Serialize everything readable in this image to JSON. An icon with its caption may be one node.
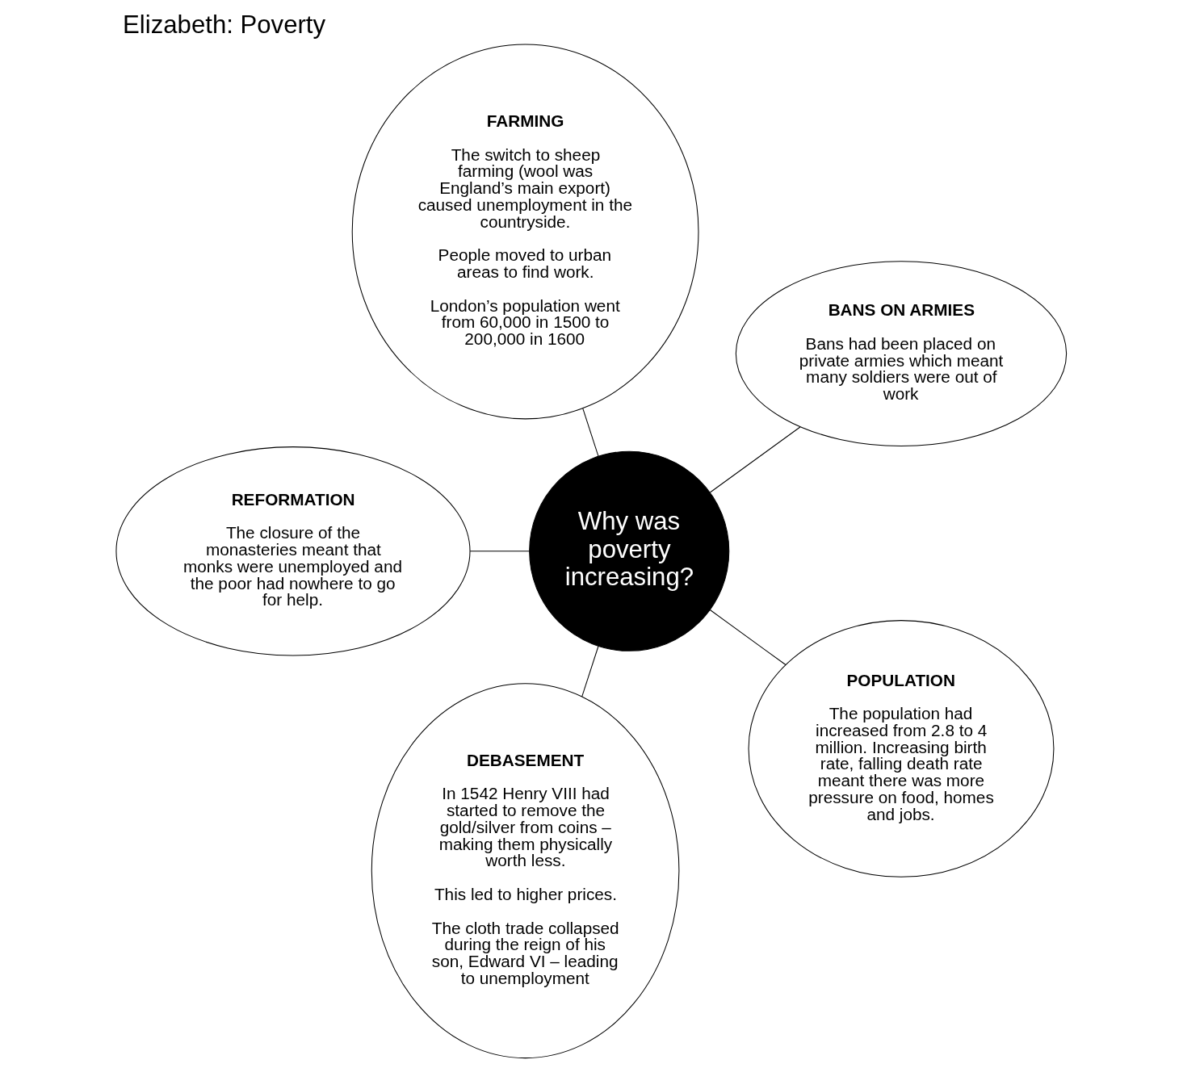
{
  "diagram": {
    "title": "Elizabeth: Poverty",
    "nodes": [
      {
        "text": [
          "BANS ON ARMIES",
          "Bans had been placed on private armies which meant many soldiers were out of work"
        ]
      },
      {
        "text": [
          "FARMING",
          "The switch to sheep farming (wool was England’s main export) caused unemployment in the countryside.",
          "People moved to urban areas to find work.",
          "London’s population went from 60,000 in 1500 to 200,000 in 1600"
        ]
      },
      {
        "text": [
          "REFORMATION",
          "The closure of the monasteries meant that monks were unemployed and the poor had nowhere to go for help."
        ]
      },
      {
        "text": [
          "Why was poverty increasing?"
        ]
      },
      {
        "text": [
          "DEBASEMENT",
          "In 1542 Henry VIII had started to remove the gold/silver from coins – making them physically worth less.",
          "This led to higher prices.",
          "The cloth trade collapsed during the reign of his son, Edward VI – leading to unemployment"
        ]
      },
      {
        "text": [
          "POPULATION",
          "The population had increased from 2.8 to 4 million. Increasing birth rate, falling death rate meant there was more pressure on food, homes and jobs."
        ]
      }
    ],
    "edges": [
      {
        "from": 3,
        "to": 0,
        "arrow": "none"
      },
      {
        "from": 3,
        "to": 1,
        "arrow": "none"
      },
      {
        "from": 3,
        "to": 2,
        "arrow": "none"
      },
      {
        "from": 3,
        "to": 4,
        "arrow": "none"
      },
      {
        "from": 3,
        "to": 5,
        "arrow": "none"
      }
    ]
  }
}
